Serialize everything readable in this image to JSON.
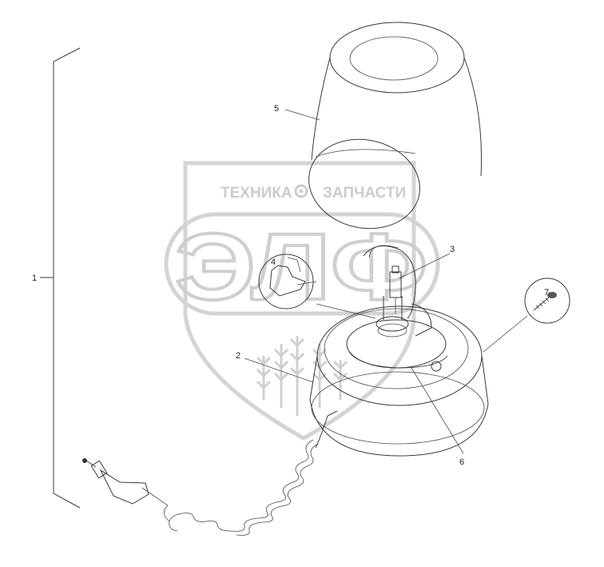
{
  "watermark": {
    "left_word": "ТЕХНИКА",
    "right_word": "ЗАПЧАСТИ",
    "logo_letters": "ЭЛФ",
    "color": "#cccccc"
  },
  "callouts": [
    {
      "id": "1",
      "label": "1"
    },
    {
      "id": "2",
      "label": "2"
    },
    {
      "id": "3",
      "label": "3"
    },
    {
      "id": "4",
      "label": "4"
    },
    {
      "id": "5",
      "label": "5"
    },
    {
      "id": "6",
      "label": "6"
    },
    {
      "id": "7",
      "label": "7"
    }
  ],
  "colors": {
    "line": "#3a3a3a",
    "background": "#ffffff"
  }
}
